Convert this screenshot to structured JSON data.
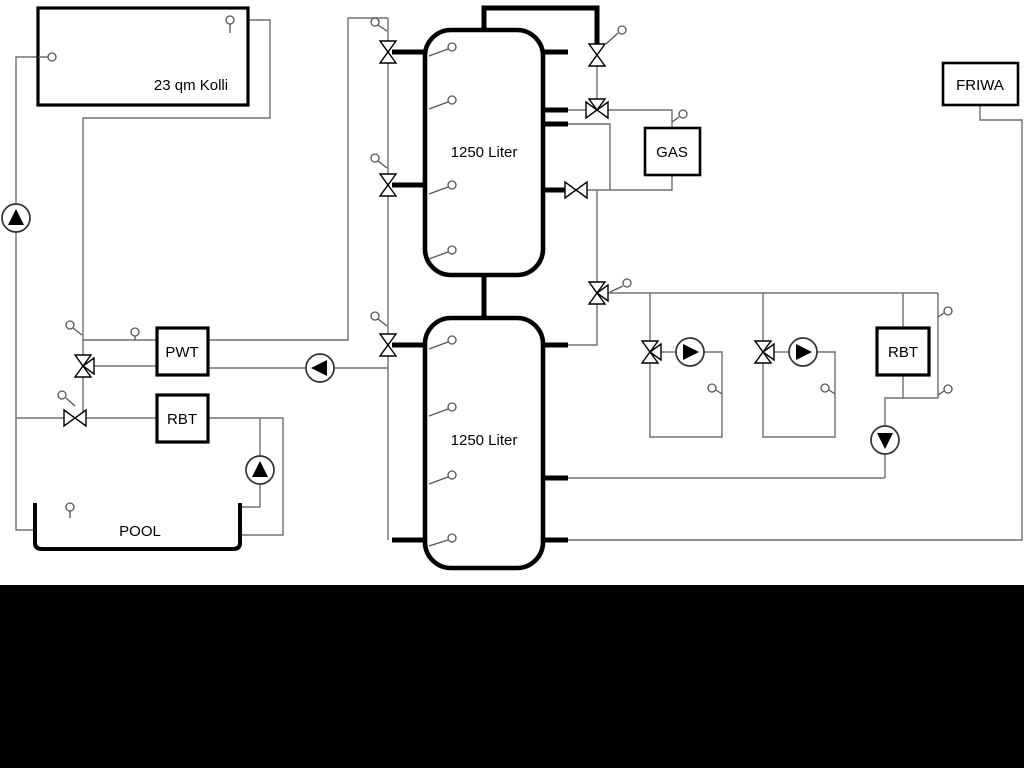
{
  "labels": {
    "collector": "23 qm Kolli",
    "tank_top": "1250 Liter",
    "tank_bottom": "1250 Liter",
    "gas": "GAS",
    "friwa": "FRIWA",
    "pwt": "PWT",
    "rbt_left": "RBT",
    "rbt_right": "RBT",
    "pool": "POOL"
  },
  "colors": {
    "pipe": "#707070",
    "main_line": "#000000",
    "component_fill": "#ffffff",
    "text": "#000000",
    "footer": "#000000",
    "background": "#ffffff"
  }
}
